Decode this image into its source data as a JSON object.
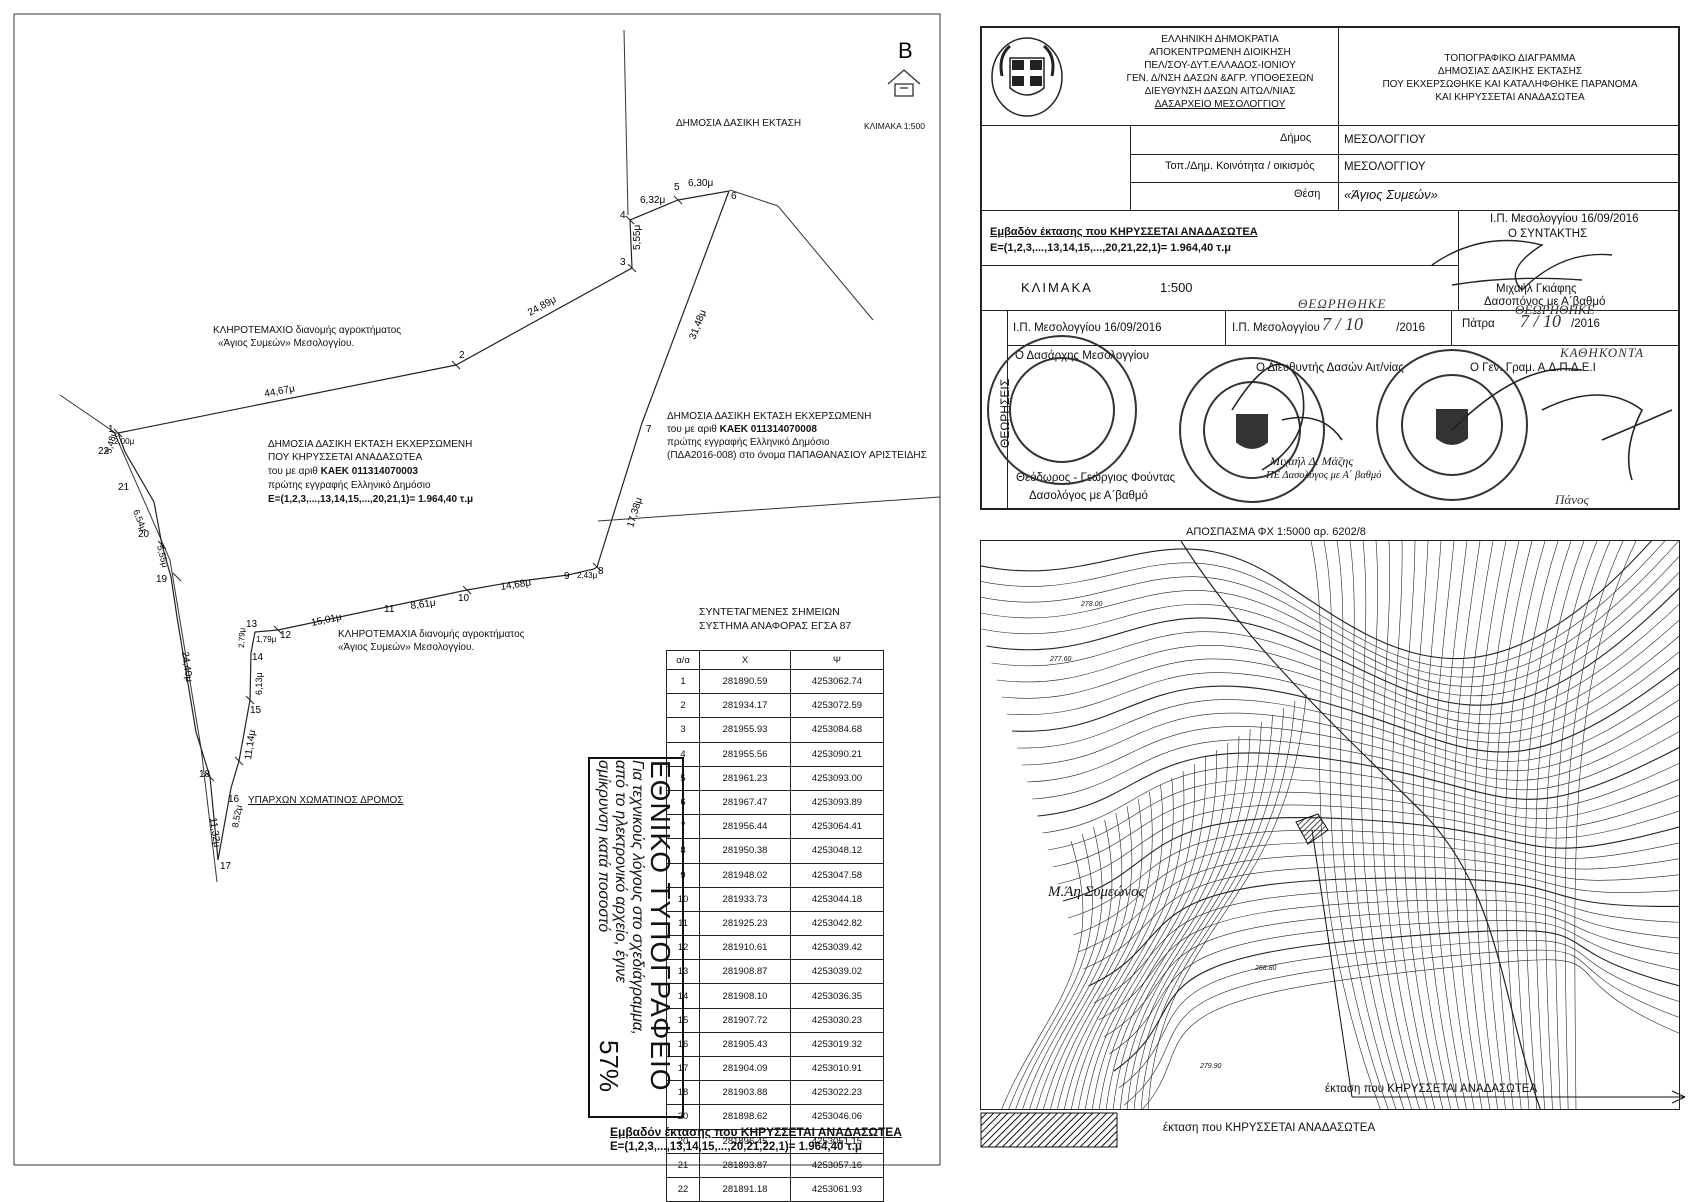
{
  "plan": {
    "north_letter": "B",
    "scale_label": "ΚΛΙΜΑΚΑ     1:500",
    "public_forest_top": "ΔΗΜΟΣΙΑ ΔΑΣΙΚΗ ΕΚΤΑΣΗ",
    "plot_top_1": "ΚΛΗΡΟΤΕΜΑΧΙΟ διανομής αγροκτήματος",
    "plot_top_2": "«Άγιος Συμεών» Μεσολογγίου.",
    "main_1": "ΔΗΜΟΣΙΑ ΔΑΣΙΚΗ ΕΚΤΑΣΗ ΕΚΧΕΡΣΩΜΕΝΗ",
    "main_2": "ΠΟΥ ΚΗΡΥΣΣΕΤΑΙ ΑΝΑΔΑΣΩΤΕΑ",
    "main_3_prefix": "του με αριθ",
    "main_3_kaek": "ΚΑΕΚ 011314070003",
    "main_4": "πρώτης εγγραφής Ελληνικό Δημόσιο",
    "main_5": "E=(1,2,3,...,13,14,15,...,20,21,1)= 1.964,40 τ.μ",
    "right_1": "ΔΗΜΟΣΙΑ ΔΑΣΙΚΗ ΕΚΤΑΣΗ  ΕΚΧΕΡΣΩΜΕΝΗ",
    "right_2_prefix": "του με αριθ",
    "right_2_kaek": "ΚΑΕΚ 011314070008",
    "right_3": "πρώτης εγγραφής Ελληνικό Δημόσιο",
    "right_4": "(ΠΔΑ2016-008) στο όνομα ΠΑΠΑΘΑΝΑΣΙΟΥ ΑΡΙΣΤΕΙΔΗΣ",
    "plots_bottom_1": "ΚΛΗΡΟΤΕΜΑΧΙΑ διανομής αγροκτήματος",
    "plots_bottom_2": "«Άγιος Συμεών» Μεσολογγίου.",
    "road": "ΥΠΑΡΧΩΝ ΧΩΜΑΤΙΝΟΣ ΔΡΟΜΟΣ",
    "points": [
      "1",
      "2",
      "3",
      "4",
      "5",
      "6",
      "7",
      "8",
      "9",
      "10",
      "11",
      "12",
      "13",
      "14",
      "15",
      "16",
      "17",
      "18",
      "19",
      "20",
      "21",
      "22"
    ],
    "dist": [
      "44,67μ",
      "24,89μ",
      "5,55μ",
      "6,32μ",
      "6,30μ",
      "31,48μ",
      "17,38μ",
      "2,43μ",
      "14,68μ",
      "8,61μ",
      "15,01μ",
      "1,79μ",
      "2,79μ",
      "6,13μ",
      "11,14μ",
      "8,52μ",
      "11,32μ",
      "24,40μ",
      "5,55μ",
      "6,54μ",
      "5,48μ",
      "2,00μ"
    ]
  },
  "coords": {
    "title_1": "ΣΥΝΤΕΤΑΓΜΕΝΕΣ ΣΗΜΕΙΩΝ",
    "title_2": "ΣΥΣΤΗΜΑ ΑΝΑΦΟΡΑΣ ΕΓΣΑ 87",
    "headers": [
      "α/α",
      "Χ",
      "Ψ"
    ],
    "rows": [
      [
        "1",
        "281890.59",
        "4253062.74"
      ],
      [
        "2",
        "281934.17",
        "4253072.59"
      ],
      [
        "3",
        "281955.93",
        "4253084.68"
      ],
      [
        "4",
        "281955.56",
        "4253090.21"
      ],
      [
        "5",
        "281961.23",
        "4253093.00"
      ],
      [
        "6",
        "281967.47",
        "4253093.89"
      ],
      [
        "7",
        "281956.44",
        "4253064.41"
      ],
      [
        "8",
        "281950.38",
        "4253048.12"
      ],
      [
        "9",
        "281948.02",
        "4253047.58"
      ],
      [
        "10",
        "281933.73",
        "4253044.18"
      ],
      [
        "11",
        "281925.23",
        "4253042.82"
      ],
      [
        "12",
        "281910.61",
        "4253039.42"
      ],
      [
        "13",
        "281908.87",
        "4253039.02"
      ],
      [
        "14",
        "281908.10",
        "4253036.35"
      ],
      [
        "15",
        "281907.72",
        "4253030.23"
      ],
      [
        "16",
        "281905.43",
        "4253019.32"
      ],
      [
        "17",
        "281904.09",
        "4253010.91"
      ],
      [
        "18",
        "281903.88",
        "4253022.23"
      ],
      [
        "20",
        "281898.62",
        "4253046.06"
      ],
      [
        "20",
        "281896.45",
        "4253051.15"
      ],
      [
        "21",
        "281893.87",
        "4253057.16"
      ],
      [
        "22",
        "281891.18",
        "4253061.93"
      ]
    ]
  },
  "national": {
    "title": "ΕΘΝΙΚΟ ΤΥΠΟΓΡΑΦΕΙΟ",
    "line_1": "Για τεχνικούς λόγους στο σχεδιάγραμμα,",
    "line_2": "από το ηλεκτρονικό αρχείο, έγινε",
    "line_3": "σμίκρυνση κατά ποσοστό",
    "percent": "57%"
  },
  "area_bottom": {
    "title": "Εμβαδόν έκτασης που ΚΗΡΥΣΣΕΤΑΙ ΑΝΑΔΑΣΩΤΕΑ",
    "formula": "E=(1,2,3,...,13,14,15,...,20,21,22,1)= 1.964,40 τ.μ"
  },
  "header": {
    "auth_1": "ΕΛΛΗΝΙΚΗ ΔΗΜΟΚΡΑΤΙΑ",
    "auth_2": "ΑΠΟΚΕΝΤΡΩΜΕΝΗ ΔΙΟΙΚΗΣΗ",
    "auth_3": "ΠΕΛ/ΣΟΥ-ΔΥΤ.ΕΛΛΑΔΟΣ-ΙΟΝΙΟΥ",
    "auth_4": "ΓΕΝ. Δ/ΝΣΗ ΔΑΣΩΝ &ΑΓΡ. ΥΠΟΘΕΣΕΩΝ",
    "auth_5": "ΔΙΕΥΘΥΝΣΗ ΔΑΣΩΝ ΑΙΤΩΛ/ΝΙΑΣ",
    "auth_6": "ΔΑΣΑΡΧΕΙΟ ΜΕΣΟΛΟΓΓΙΟΥ",
    "title_1": "ΤΟΠΟΓΡΑΦΙΚΟ ΔΙΑΓΡΑΜΜΑ",
    "title_2": "ΔΗΜΟΣΙΑΣ ΔΑΣΙΚΗΣ ΕΚΤΑΣΗΣ",
    "title_3": "ΠΟΥ ΕΚΧΕΡΣΩΘΗΚΕ ΚΑΙ ΚΑΤΑΛΗΦΘΗΚΕ ΠΑΡΑΝΟΜΑ",
    "title_4": "ΚΑΙ ΚΗΡΥΣΣΕΤΑΙ ΑΝΑΔΑΣΩΤΕΑ",
    "dimos_label": "Δήμος",
    "dimos_value": "ΜΕΣΟΛΟΓΓΙΟΥ",
    "koin_label": "Τοπ./Δημ. Κοινότητα / οικισμός",
    "koin_value": "ΜΕΣΟΛΟΓΓΙΟΥ",
    "thesi_label": "Θέση",
    "thesi_value": "«Άγιος Συμεών»",
    "area_title": "Εμβαδόν έκτασης που ΚΗΡΥΣΣΕΤΑΙ ΑΝΑΔΑΣΩΤΕΑ",
    "area_formula": "E=(1,2,3,...,13,14,15,...,20,21,22,1)= 1.964,40 τ.μ",
    "scale_label": "ΚΛΙΜΑΚΑ",
    "scale_value": "1:500",
    "author_date": "Ι.Π. Μεσολογγίου 16/09/2016",
    "author_role": "Ο  ΣΥΝΤΑΚΤΗΣ",
    "author_name": "Μιχαήλ Γκιάφης",
    "author_title": "Δασοπόνος με Α΄βαθμό",
    "theoriseis": "ΘΕΩΡΗΣΕΙΣ",
    "v1_date": "Ι.Π. Μεσολογγίου 16/09/2016",
    "v1_role": "Ο Δασάρχης Μεσολογγίου",
    "v1_name": "Θεόδωρος - Γεώργιος Φούντας",
    "v1_title": "Δασολόγος με Α΄βαθμό",
    "v2_date_prefix": "Ι.Π. Μεσολογγίου",
    "v2_date_year": "/2016",
    "v2_role": "Ο Διευθυντής Δασών Αιτ/νίας",
    "v2_name": "Μιχαήλ Δ. Μάζης",
    "v2_title": "ΠΕ Δασολόγος με Α΄ βαθμό",
    "v3_date_prefix": "Πάτρα",
    "v3_date_year": "/2016",
    "v3_role": "Ο Γεν. Γραμ. Α.Δ.Π.Δ.Ε.Ι",
    "hw_theorithike": "ΘΕΩΡΗΘΗΚΕ",
    "hw_date": "7 / 10",
    "hw_kathikonta": "ΚΑΘΗΚΟΝΤΑ",
    "hw_pannos": "Πάνος"
  },
  "excerpt": {
    "title": "ΑΠΟΣΠΑΣΜΑ ΦΧ 1:5000 αρ. 6202/8",
    "place": "Μ.Άη Συμεώνος",
    "arrow_label": "έκταση που ΚΗΡΥΣΣΕΤΑΙ ΑΝΑΔΑΣΩΤΕΑ",
    "legend_label": "έκταση που ΚΗΡΥΣΣΕΤΑΙ ΑΝΑΔΑΣΩΤΕΑ",
    "elev_1": "278.00",
    "elev_2": "277.60",
    "elev_3": "268.80",
    "elev_4": "279.90"
  }
}
